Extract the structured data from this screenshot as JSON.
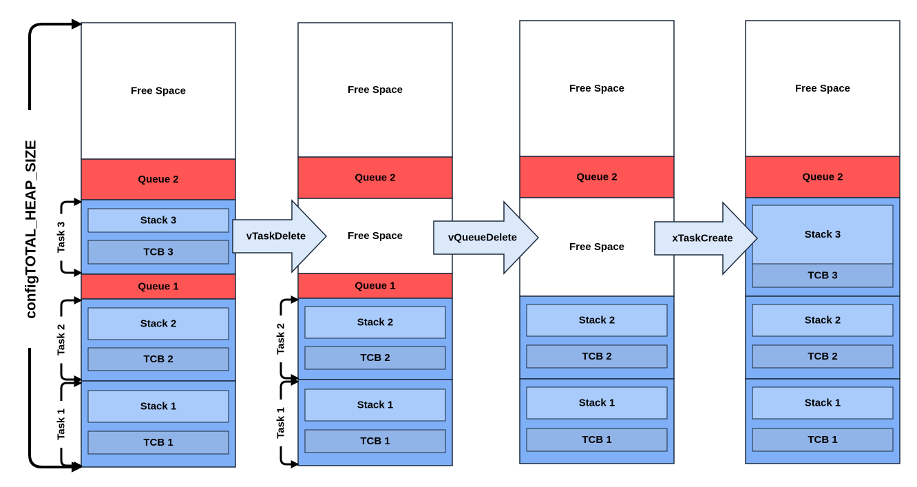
{
  "heap_label": "configTOTAL_HEAP_SIZE",
  "colors": {
    "free": "#ffffff",
    "queue": "#ff5555",
    "task_region": "#7fb0f7",
    "stack": "#a9cbfb",
    "tcb": "#91b4e8",
    "arrow_fill": "#dce9fb",
    "stroke": "#1b2a3d"
  },
  "operations": [
    "vTaskDelete",
    "vQueueDelete",
    "xTaskCreate"
  ],
  "states": [
    {
      "blocks": [
        {
          "type": "free",
          "label": "Free Space"
        },
        {
          "type": "queue",
          "label": "Queue 2"
        },
        {
          "type": "task",
          "task_label": "Task 3",
          "stack_label": "Stack 3",
          "tcb_label": "TCB 3"
        },
        {
          "type": "queue",
          "label": "Queue 1"
        },
        {
          "type": "task",
          "task_label": "Task 2",
          "stack_label": "Stack 2",
          "tcb_label": "TCB 2"
        },
        {
          "type": "task",
          "task_label": "Task 1",
          "stack_label": "Stack 1",
          "tcb_label": "TCB 1"
        }
      ]
    },
    {
      "blocks": [
        {
          "type": "free",
          "label": "Free Space"
        },
        {
          "type": "queue",
          "label": "Queue 2"
        },
        {
          "type": "free",
          "label": "Free Space"
        },
        {
          "type": "queue",
          "label": "Queue 1"
        },
        {
          "type": "task",
          "task_label": "Task 2",
          "stack_label": "Stack 2",
          "tcb_label": "TCB 2"
        },
        {
          "type": "task",
          "task_label": "Task 1",
          "stack_label": "Stack 1",
          "tcb_label": "TCB 1"
        }
      ]
    },
    {
      "blocks": [
        {
          "type": "free",
          "label": "Free Space"
        },
        {
          "type": "queue",
          "label": "Queue 2"
        },
        {
          "type": "free",
          "label": "Free Space"
        },
        {
          "type": "task",
          "stack_label": "Stack 2",
          "tcb_label": "TCB 2"
        },
        {
          "type": "task",
          "stack_label": "Stack 1",
          "tcb_label": "TCB 1"
        }
      ]
    },
    {
      "blocks": [
        {
          "type": "free",
          "label": "Free Space"
        },
        {
          "type": "queue",
          "label": "Queue 2"
        },
        {
          "type": "task",
          "stack_label": "Stack 3",
          "tcb_label": "TCB 3"
        },
        {
          "type": "task",
          "stack_label": "Stack 2",
          "tcb_label": "TCB 2"
        },
        {
          "type": "task",
          "stack_label": "Stack 1",
          "tcb_label": "TCB 1"
        }
      ]
    }
  ]
}
